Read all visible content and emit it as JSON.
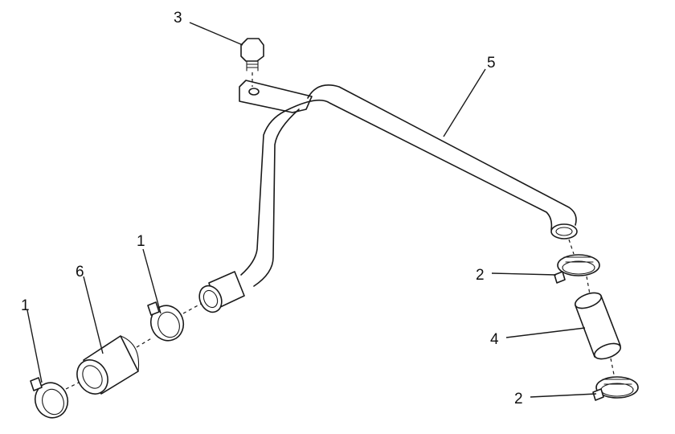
{
  "callouts": [
    {
      "id": "callout-3",
      "label": "3"
    },
    {
      "id": "callout-5",
      "label": "5"
    },
    {
      "id": "callout-2-upper",
      "label": "2"
    },
    {
      "id": "callout-4",
      "label": "4"
    },
    {
      "id": "callout-2-lower",
      "label": "2"
    },
    {
      "id": "callout-1-middle",
      "label": "1"
    },
    {
      "id": "callout-6",
      "label": "6"
    },
    {
      "id": "callout-1-left",
      "label": "1"
    }
  ]
}
